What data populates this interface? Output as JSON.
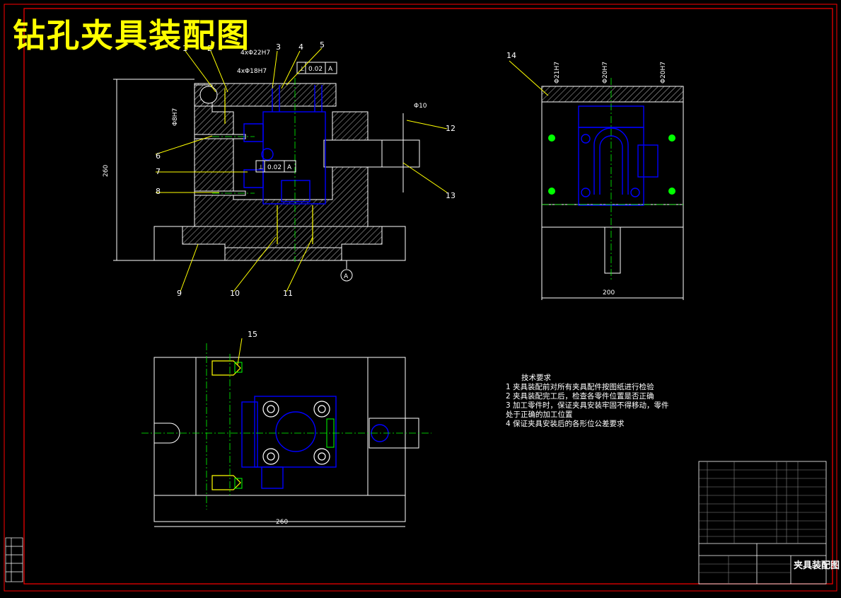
{
  "drawing": {
    "title": "钻孔夹具装配图",
    "titleblock_name": "夹具装配图",
    "colors": {
      "background": "#000000",
      "outline": "#ffffff",
      "part": "#0000ff",
      "center": "#00ff00",
      "border": "#ff0000",
      "title": "#ffff00",
      "hatch": "#ffffff"
    }
  },
  "callouts": {
    "front": [
      "1",
      "2",
      "3",
      "4",
      "5",
      "6",
      "7",
      "8",
      "9",
      "10",
      "11",
      "12",
      "13"
    ],
    "side": [
      "14"
    ],
    "top": [
      "15"
    ]
  },
  "dimensions": {
    "front_height": "260",
    "side_width": "200",
    "top_width": "260",
    "hole_4x18": "4xΦ18H7",
    "hole_4x22": "4xΦ22H7",
    "fit_8": "Φ8H7",
    "fit_10": "Φ10",
    "side_fit_1": "Φ21H7",
    "side_fit_2": "Φ20H7",
    "side_fit_3": "Φ20H7"
  },
  "tolerances": {
    "top_value": "0.02",
    "top_datum": "A",
    "mid_value": "0.02",
    "mid_datum": "A",
    "datum_label": "A"
  },
  "technical_requirements": {
    "heading": "技术要求",
    "items": [
      "1  夹具装配前对所有夹具配件按图纸进行检验",
      "2  夹具装配完工后，检查各零件位置是否正确",
      "3  加工零件时，保证夹具安装牢固不得移动，零件",
      "    处于正确的加工位置",
      "4  保证夹具安装后的各形位公差要求"
    ]
  }
}
